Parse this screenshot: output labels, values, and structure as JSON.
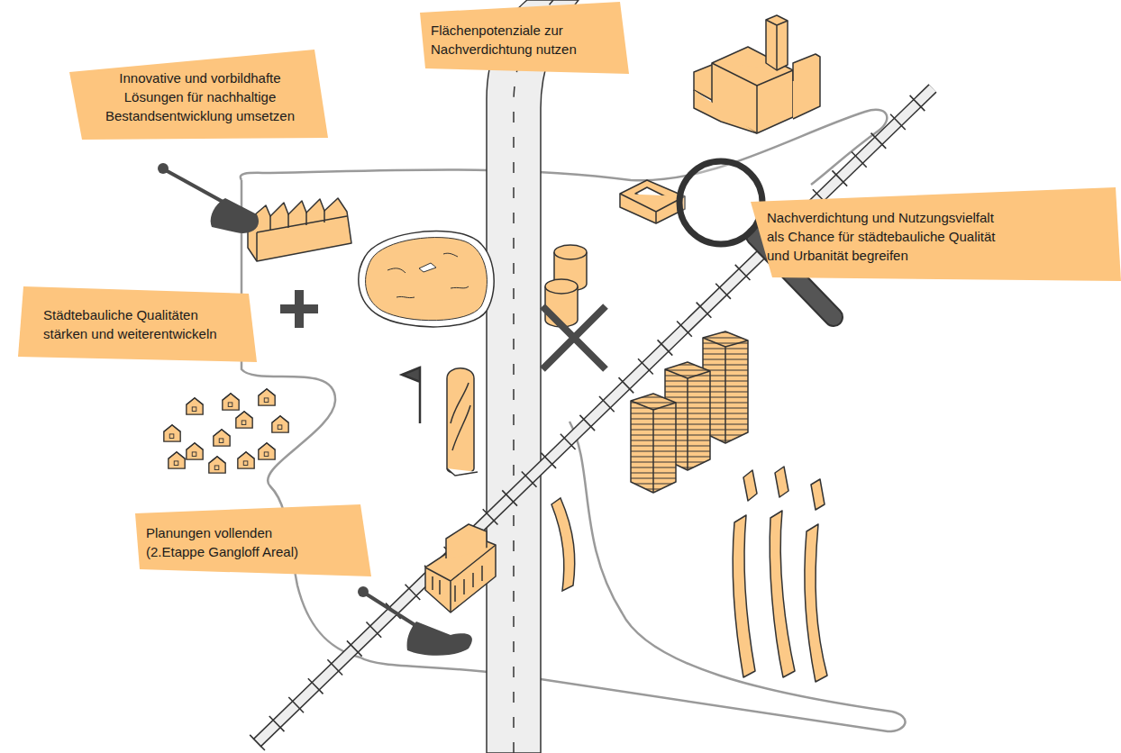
{
  "diagram": {
    "nodes": [
      {
        "text": [
          "Innovative und vorbildhafte Lösungen für nachhaltige Bestandsentwicklung umsetzen"
        ]
      },
      {
        "text": [
          "Flächenpotenziale zur Nachverdichtung nutzen"
        ]
      },
      {
        "text": [
          "Nachverdichtung und Nutzungsvielfalt als Chance für städtebauliche Qualität und Urbanität begreifen"
        ]
      },
      {
        "text": [
          "Städtebauliche Qualitäten stärken und weiterentwickeln"
        ]
      },
      {
        "text": [
          "Planungen vollenden (2.Etappe Gangloff Areal)"
        ]
      }
    ]
  }
}
